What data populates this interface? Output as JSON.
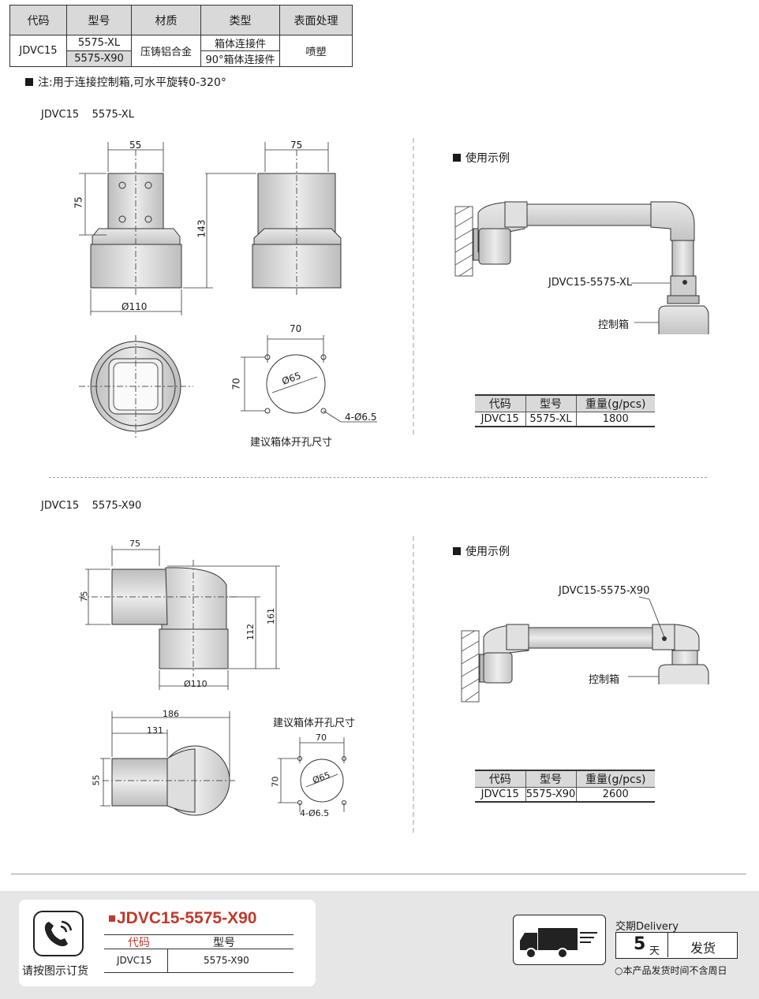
{
  "spec_table": {
    "headers": [
      "代码",
      "型号",
      "材质",
      "类型",
      "表面处理"
    ],
    "code": "JDVC15",
    "models": [
      "5575-XL",
      "5575-X90"
    ],
    "material": "压铸铝合金",
    "types": [
      "箱体连接件",
      "90°箱体连接件"
    ],
    "surface": "喷塑"
  },
  "note": "注:用于连接控制箱,可水平旋转0-320°",
  "section1": {
    "title": "JDVC15    5575-XL",
    "dims": {
      "w55": "55",
      "w75": "75",
      "h75": "75",
      "h143": "143",
      "d110": "Ø110",
      "w70": "70",
      "h70": "70",
      "d65": "Ø65",
      "holes": "4-Ø6.5"
    },
    "hole_caption": "建议箱体开孔尺寸",
    "usage_title": "使用示例",
    "callout_part": "JDVC15-5575-XL",
    "callout_box": "控制箱",
    "weight_table": {
      "headers": [
        "代码",
        "型号",
        "重量(g/pcs)"
      ],
      "row": [
        "JDVC15",
        "5575-XL",
        "1800"
      ]
    }
  },
  "section2": {
    "title": "JDVC15    5575-X90",
    "dims": {
      "w75": "75",
      "h75": "75",
      "h112": "112",
      "h161": "161",
      "d110": "Ø110",
      "w186": "186",
      "w131": "131",
      "h55": "55",
      "w70": "70",
      "h70": "70",
      "d65": "Ø65",
      "holes": "4-Ø6.5"
    },
    "hole_caption": "建议箱体开孔尺寸",
    "usage_title": "使用示例",
    "callout_part": "JDVC15-5575-X90",
    "callout_box": "控制箱",
    "weight_table": {
      "headers": [
        "代码",
        "型号",
        "重量(g/pcs)"
      ],
      "row": [
        "JDVC15",
        "5575-X90",
        "2600"
      ]
    }
  },
  "order": {
    "title": "JDVC15-5575-X90",
    "col_code": "代码",
    "col_model": "型号",
    "code": "JDVC15",
    "model": "5575-X90",
    "caption": "请按图示订货"
  },
  "delivery": {
    "label": "交期Delivery",
    "days": "5",
    "unit": "天",
    "action": "发货",
    "note": "○本产品发货时间不含周日"
  },
  "colors": {
    "accent": "#c0392b",
    "header_gray": "#d9d9d9",
    "banner_gray": "#e6e6e6",
    "part_gray": "#c9c9c9"
  }
}
